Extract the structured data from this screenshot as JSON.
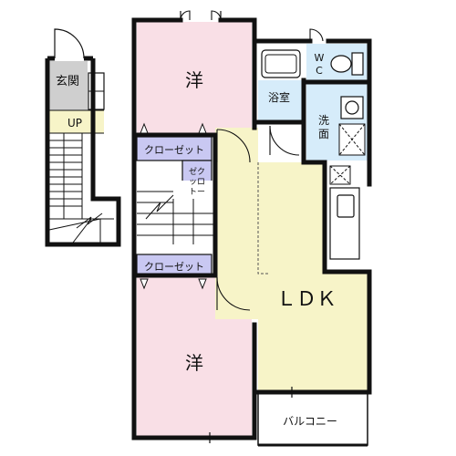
{
  "rooms": {
    "genkan": "玄関",
    "up": "UP",
    "western_top": "洋",
    "western_bottom": "洋",
    "closet_top": "クローゼット",
    "closet_bottom": "クローゼット",
    "closet_small_line1": "ゼク",
    "closet_small_line2": "ッロ",
    "closet_small_line3": "トー",
    "bath": "浴室",
    "wc_line1": "W",
    "wc_line2": "C",
    "washroom_line1": "洗",
    "washroom_line2": "面",
    "ldk": "ＬＤＫ",
    "balcony": "バルコニー"
  },
  "colors": {
    "wall": "#111111",
    "western_room": "#f9dfe6",
    "closet": "#c9c8f2",
    "ldk": "#f7f4c8",
    "wet_area": "#d6ecfa",
    "genkan": "#cfcfcf",
    "up_area": "#f7f4c8"
  }
}
